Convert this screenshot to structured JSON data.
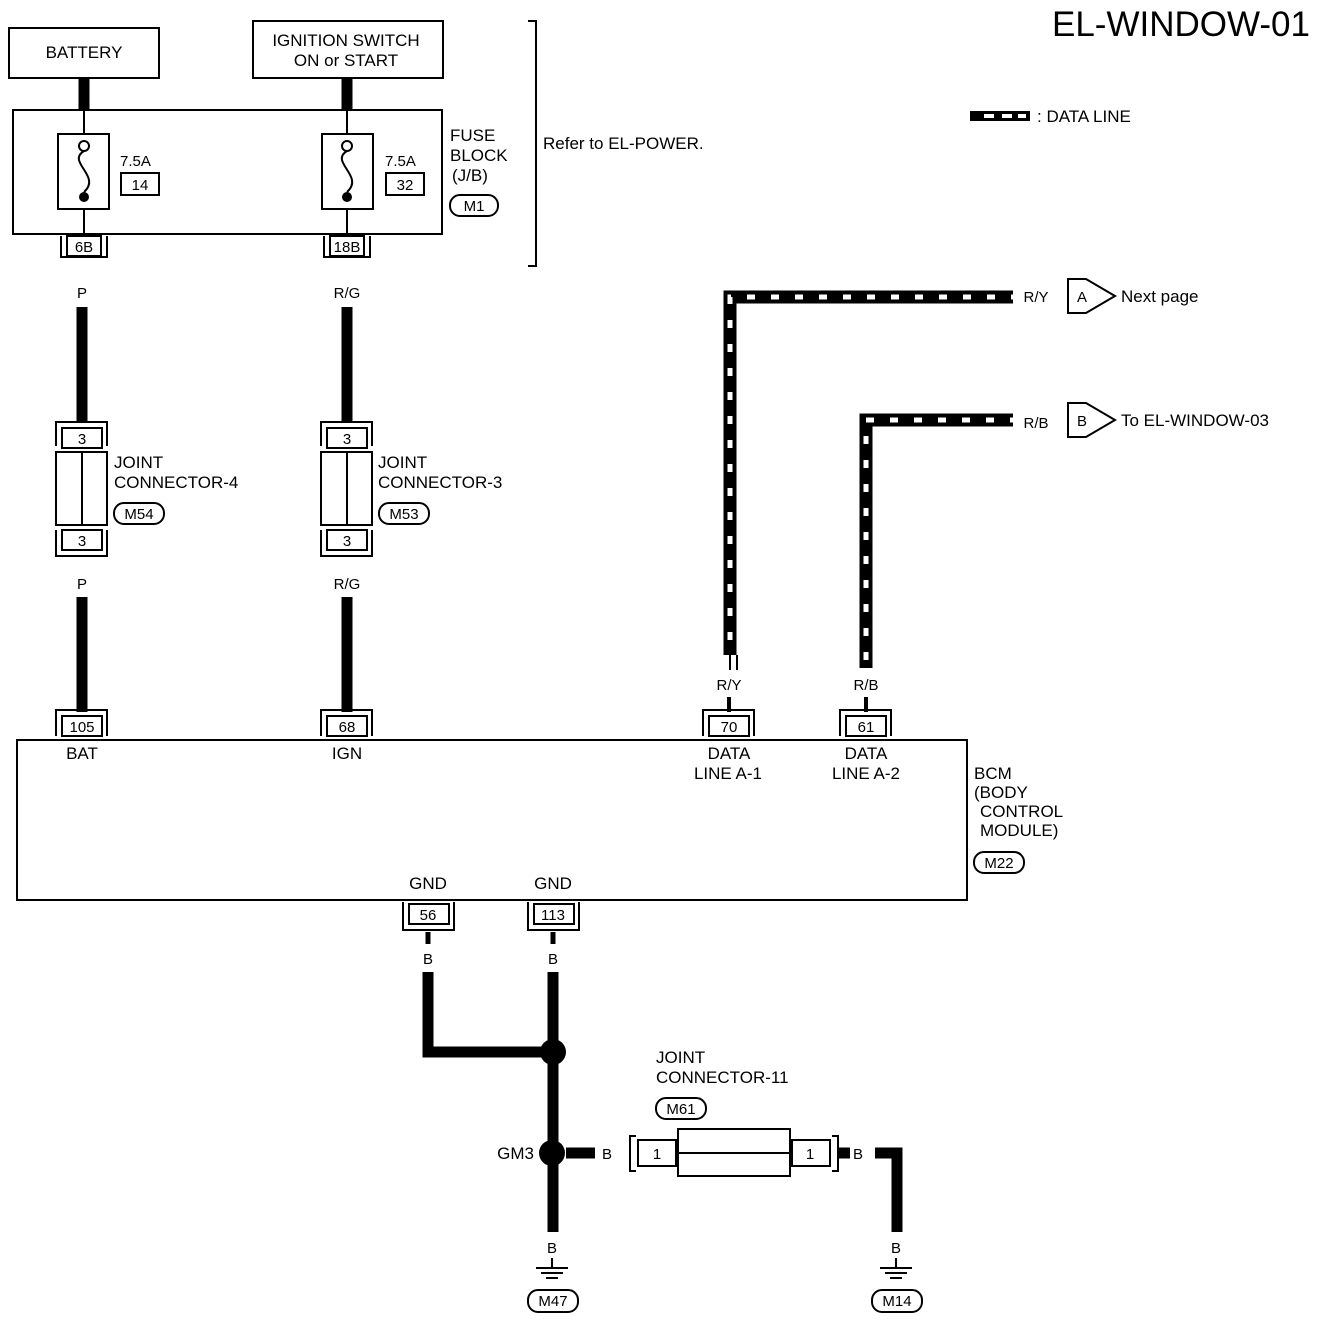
{
  "page": {
    "title": "EL-WINDOW-01"
  },
  "legend": {
    "data_line_label": ": DATA LINE"
  },
  "power": {
    "battery_label": "BATTERY",
    "ignition_label_1": "IGNITION SWITCH",
    "ignition_label_2": "ON or START",
    "refer_note": "Refer to EL-POWER."
  },
  "fuse_block": {
    "name_1": "FUSE",
    "name_2": "BLOCK",
    "name_3": "(J/B)",
    "connector": "M1",
    "fuses": [
      {
        "rating": "7.5A",
        "number": "14"
      },
      {
        "rating": "7.5A",
        "number": "32"
      }
    ],
    "out_pins": [
      "6B",
      "18B"
    ]
  },
  "wires": {
    "bat_color": "P",
    "ign_color": "R/G",
    "data1_color": "R/Y",
    "data2_color": "R/B",
    "gnd_color": "B"
  },
  "joint_connectors": {
    "jc4": {
      "name_1": "JOINT",
      "name_2": "CONNECTOR-4",
      "connector": "M54",
      "pin_top": "3",
      "pin_bottom": "3"
    },
    "jc3": {
      "name_1": "JOINT",
      "name_2": "CONNECTOR-3",
      "connector": "M53",
      "pin_top": "3",
      "pin_bottom": "3"
    },
    "jc11": {
      "name_1": "JOINT",
      "name_2": "CONNECTOR-11",
      "connector": "M61",
      "pin_left": "1",
      "pin_right": "1"
    }
  },
  "offpage": [
    {
      "letter": "A",
      "text": "Next page"
    },
    {
      "letter": "B",
      "text": "To EL-WINDOW-03"
    }
  ],
  "bcm": {
    "name_1": "BCM",
    "name_2": "(BODY",
    "name_3": "CONTROL",
    "name_4": "MODULE)",
    "connector": "M22",
    "pins": [
      {
        "number": "105",
        "label_1": "BAT",
        "label_2": ""
      },
      {
        "number": "68",
        "label_1": "IGN",
        "label_2": ""
      },
      {
        "number": "70",
        "label_1": "DATA",
        "label_2": "LINE A-1"
      },
      {
        "number": "61",
        "label_1": "DATA",
        "label_2": "LINE A-2"
      }
    ],
    "gnd_pins": [
      {
        "number": "56",
        "label": "GND"
      },
      {
        "number": "113",
        "label": "GND"
      }
    ]
  },
  "ground": {
    "splice_label": "GM3",
    "grounds": [
      "M47",
      "M14"
    ]
  }
}
